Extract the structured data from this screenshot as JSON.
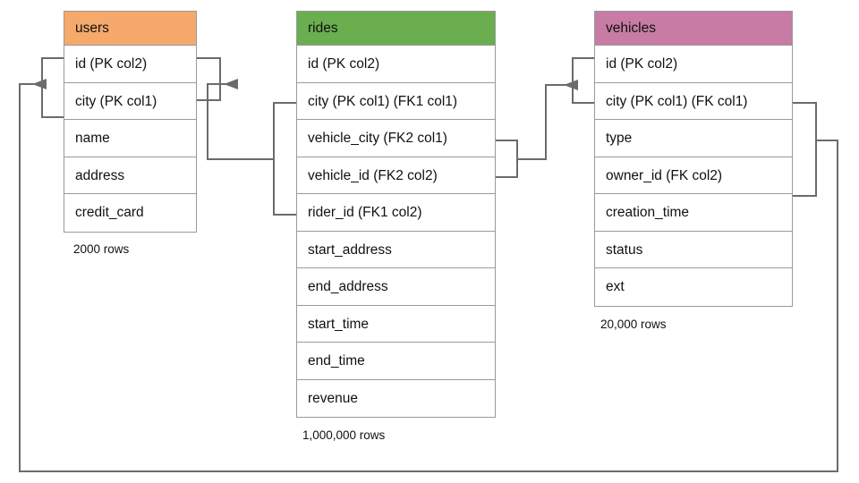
{
  "diagram": {
    "title": "database-schema-erd",
    "background": "#ffffff",
    "line_color": "#6b6b6b"
  },
  "tables": [
    {
      "id": "users",
      "name": "users",
      "header_color": "#F5A96B",
      "row_count_label": "2000 rows",
      "columns": [
        {
          "label": "id (PK col2)"
        },
        {
          "label": "city (PK col1)"
        },
        {
          "label": "name"
        },
        {
          "label": "address"
        },
        {
          "label": "credit_card"
        }
      ]
    },
    {
      "id": "rides",
      "name": "rides",
      "header_color": "#6AAE4F",
      "row_count_label": "1,000,000 rows",
      "columns": [
        {
          "label": "id (PK col2)"
        },
        {
          "label": "city (PK col1) (FK1 col1)"
        },
        {
          "label": "vehicle_city (FK2 col1)"
        },
        {
          "label": "vehicle_id (FK2 col2)"
        },
        {
          "label": "rider_id (FK1 col2)"
        },
        {
          "label": "start_address"
        },
        {
          "label": "end_address"
        },
        {
          "label": "start_time"
        },
        {
          "label": "end_time"
        },
        {
          "label": "revenue"
        }
      ]
    },
    {
      "id": "vehicles",
      "name": "vehicles",
      "header_color": "#C77BA5",
      "row_count_label": "20,000 rows",
      "columns": [
        {
          "label": "id (PK col2)"
        },
        {
          "label": "city (PK col1) (FK col1)"
        },
        {
          "label": "type"
        },
        {
          "label": "owner_id (FK col2)"
        },
        {
          "label": "creation_time"
        },
        {
          "label": "status"
        },
        {
          "label": "ext"
        }
      ]
    }
  ],
  "relationships": [
    {
      "id": "fk1-rides-users",
      "from_table": "rides",
      "from_columns": [
        "city (PK col1) (FK1 col1)",
        "rider_id (FK1 col2)"
      ],
      "to_table": "users",
      "to_columns": [
        "id (PK col2)",
        "city (PK col1)"
      ]
    },
    {
      "id": "fk2-rides-vehicles",
      "from_table": "rides",
      "from_columns": [
        "vehicle_city (FK2 col1)",
        "vehicle_id (FK2 col2)"
      ],
      "to_table": "vehicles",
      "to_columns": [
        "id (PK col2)",
        "city (PK col1) (FK col1)"
      ]
    },
    {
      "id": "fk-vehicles-users",
      "from_table": "vehicles",
      "from_columns": [
        "city (PK col1) (FK col1)",
        "owner_id (FK col2)"
      ],
      "to_table": "users",
      "to_columns": [
        "id (PK col2)",
        "city (PK col1)"
      ]
    }
  ]
}
